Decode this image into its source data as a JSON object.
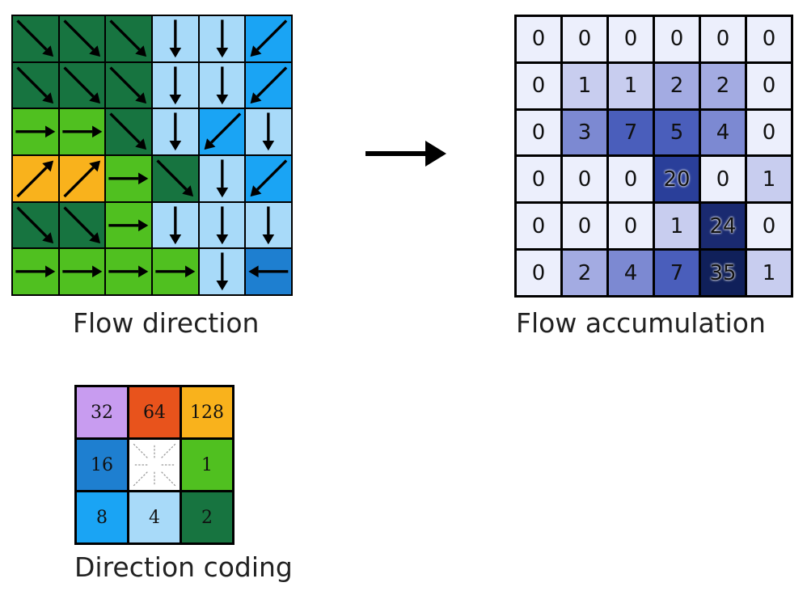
{
  "flow_direction": {
    "caption": "Flow direction",
    "rows": [
      [
        2,
        2,
        2,
        4,
        4,
        8
      ],
      [
        2,
        2,
        2,
        4,
        4,
        8
      ],
      [
        1,
        1,
        2,
        4,
        8,
        4
      ],
      [
        128,
        128,
        1,
        2,
        4,
        8
      ],
      [
        2,
        2,
        1,
        4,
        4,
        4
      ],
      [
        1,
        1,
        1,
        1,
        4,
        16
      ]
    ]
  },
  "flow_accumulation": {
    "caption": "Flow accumulation",
    "rows": [
      [
        "0",
        "0",
        "0",
        "0",
        "0",
        "0"
      ],
      [
        "0",
        "1",
        "1",
        "2",
        "2",
        "0"
      ],
      [
        "0",
        "3",
        "7",
        "5",
        "4",
        "0"
      ],
      [
        "0",
        "0",
        "0",
        "20",
        "0",
        "1"
      ],
      [
        "0",
        "0",
        "0",
        "1",
        "24",
        "0"
      ],
      [
        "0",
        "2",
        "4",
        "7",
        "35",
        "1"
      ]
    ]
  },
  "direction_coding": {
    "caption": "Direction coding",
    "cells": [
      {
        "code": "32",
        "color": "#c89cf0",
        "arrow": "nw"
      },
      {
        "code": "64",
        "color": "#e8531c",
        "arrow": "n"
      },
      {
        "code": "128",
        "color": "#f9b21c",
        "arrow": "ne"
      },
      {
        "code": "16",
        "color": "#1e7fd0",
        "arrow": "w"
      },
      {
        "code": "",
        "color": "#ffffff",
        "arrow": ""
      },
      {
        "code": "1",
        "color": "#50c020",
        "arrow": "e"
      },
      {
        "code": "8",
        "color": "#1aa4f4",
        "arrow": "sw"
      },
      {
        "code": "4",
        "color": "#a8daf9",
        "arrow": "s"
      },
      {
        "code": "2",
        "color": "#177440",
        "arrow": "se"
      }
    ]
  },
  "code_colors": {
    "1": "#50c020",
    "2": "#177440",
    "4": "#a8daf9",
    "8": "#1aa4f4",
    "16": "#1e7fd0",
    "32": "#c89cf0",
    "64": "#e8531c",
    "128": "#f9b21c"
  },
  "accumulation_colors": [
    "#eceffc",
    "#c8cdef",
    "#a3abe2",
    "#7c89d2",
    "#4a5ebb",
    "#2a3f9a",
    "#1a2a70",
    "#10205a"
  ]
}
